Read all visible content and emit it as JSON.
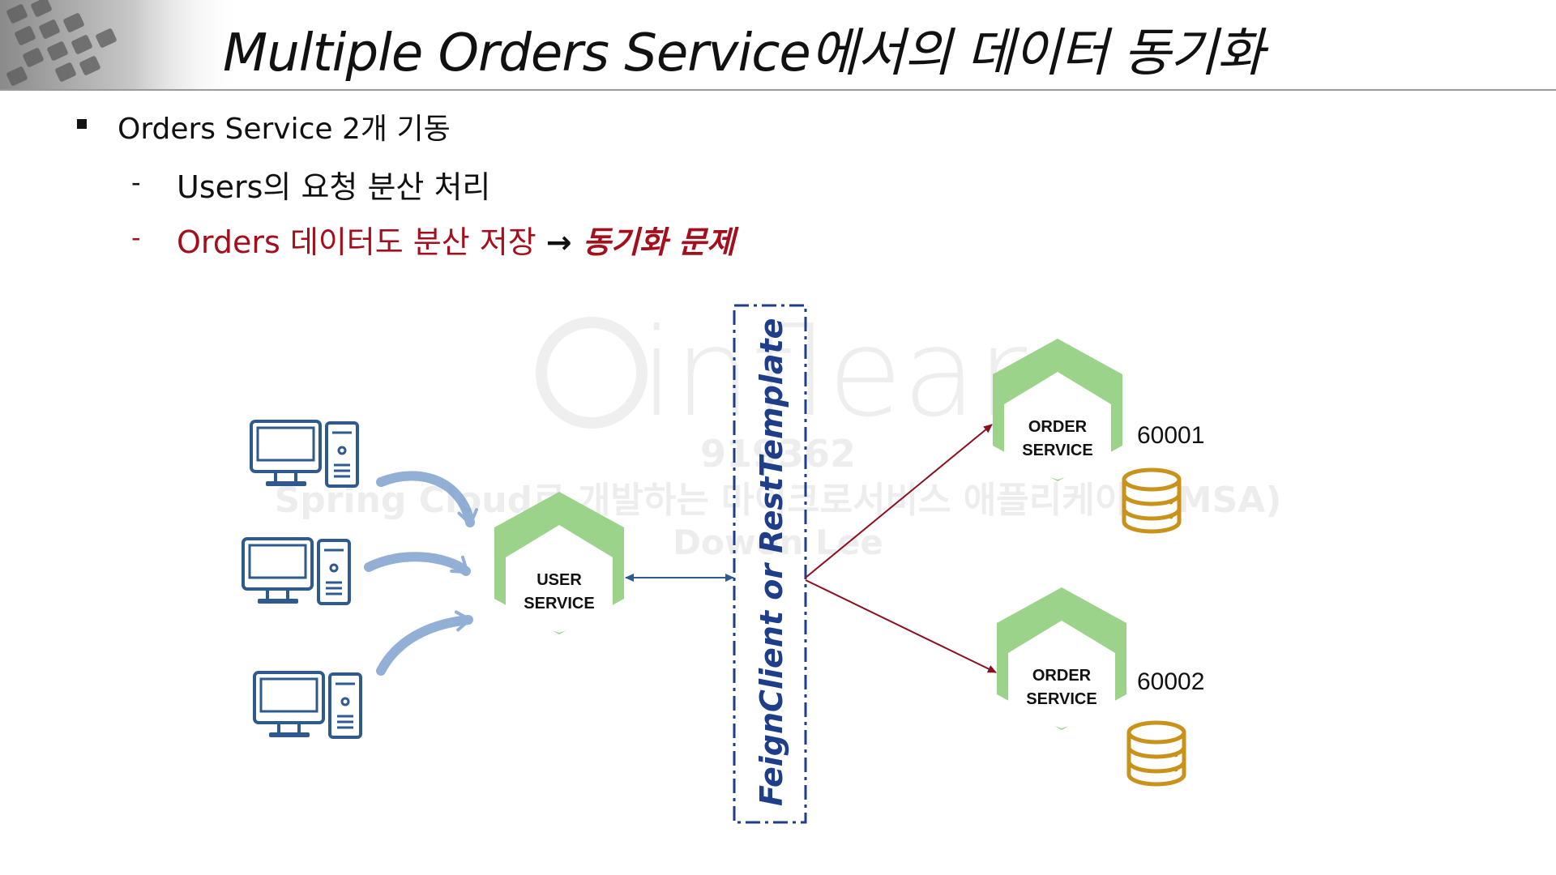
{
  "title": "Multiple Orders Service에서의 데이터 동기화",
  "bullets": {
    "main": "Orders Service 2개 기동",
    "sub1_dash": "-",
    "sub1": "Users의 요청 분산 처리",
    "sub2_dash": "-",
    "sub2_text": "Orders 데이터도 분산 저장 ",
    "sub2_arrow": "→ ",
    "sub2_emphasis": "동기화 문제"
  },
  "diagram": {
    "user_service": [
      "USER",
      "SERVICE"
    ],
    "middleware_label": "FeignClient or RestTemplate",
    "order_service_1": [
      "ORDER",
      "SERVICE"
    ],
    "order_service_1_port": "60001",
    "order_service_2": [
      "ORDER",
      "SERVICE"
    ],
    "order_service_2_port": "60002"
  },
  "watermark": {
    "logo": "inflearn",
    "id": "919362",
    "course": "Spring Cloud로 개발하는 마이크로서비스 애플리케이션(MSA)",
    "author": "Dowon Lee"
  },
  "colors": {
    "hex_green": "#9bd38a",
    "computer_blue": "#2f5a8f",
    "db_gold": "#c9921a",
    "arrow_red": "#8a1020",
    "feign_blue": "#1f3e8a",
    "emphasis_red": "#a30f1c"
  }
}
